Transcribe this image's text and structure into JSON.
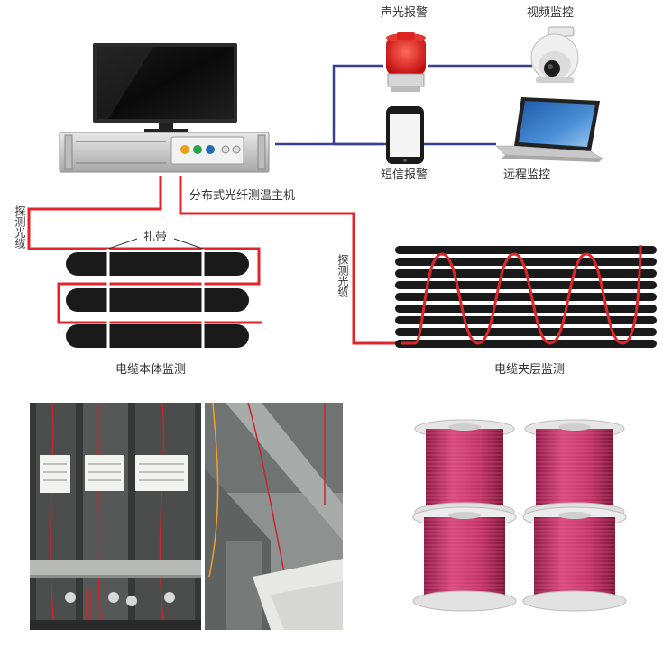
{
  "labels": {
    "alarm_light": "声光报警",
    "video_monitor": "视频监控",
    "sms_alarm": "短信报警",
    "remote_monitor": "远程监控",
    "host": "分布式光纤测温主机",
    "probe_cable_left": "探测光缆",
    "probe_cable_right": "探测光缆",
    "cable_tie": "扎带",
    "body_monitor": "电缆本体监测",
    "interlayer_monitor": "电缆夹层监测"
  },
  "colors": {
    "fiber_red": "#e0262b",
    "link_blue": "#3b3f8f",
    "cable_black": "#1a1a1a",
    "spool_pink": "#c8336a"
  },
  "icons": {
    "alarm_light": "alarm-light-icon",
    "video_monitor": "dome-camera-icon",
    "sms_alarm": "smartphone-icon",
    "remote_monitor": "laptop-icon",
    "host": "monitor-and-rack-server-icon"
  }
}
